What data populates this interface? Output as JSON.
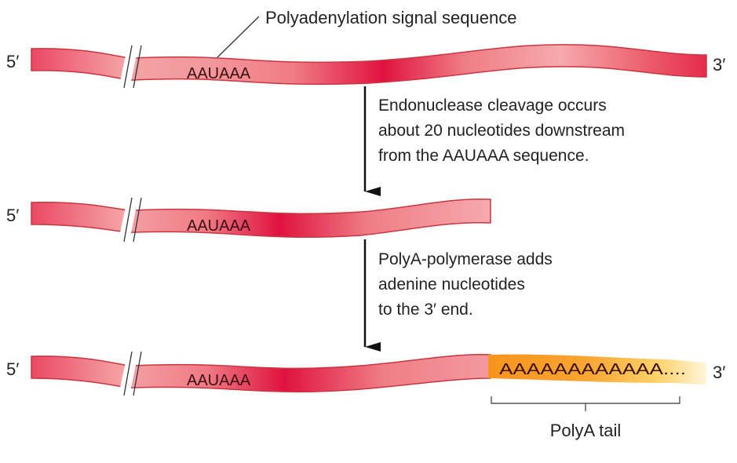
{
  "title_callout": "Polyadenylation signal sequence",
  "colors": {
    "rna_dark": "#e0123f",
    "rna_light": "#f4a3a6",
    "tail_orange": "#f7941d",
    "tail_yellow": "#fcd36b",
    "arrow": "#111111"
  },
  "rows": [
    {
      "five_prime": "5′",
      "three_prime": "3′",
      "signal": "AAUAAA"
    },
    {
      "five_prime": "5′",
      "signal": "AAUAAA"
    },
    {
      "five_prime": "5′",
      "three_prime": "3′",
      "signal": "AAUAAA",
      "tail_text": "AAAAAAAAAAAA...."
    }
  ],
  "steps": [
    {
      "lines": [
        "Endonuclease cleavage occurs",
        "about 20 nucleotides downstream",
        "from the AAUAAA sequence."
      ]
    },
    {
      "lines": [
        "PolyA-polymerase adds",
        "adenine nucleotides",
        "to the 3′ end."
      ]
    }
  ],
  "tail_bracket_label": "PolyA tail"
}
